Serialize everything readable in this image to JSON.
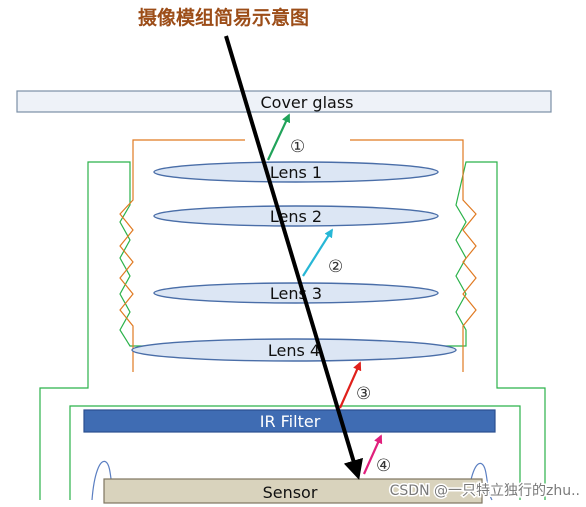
{
  "title": "摄像模组简易示意图",
  "labels": {
    "cover_glass": "Cover glass",
    "lens1": "Lens 1",
    "lens2": "Lens 2",
    "lens3": "Lens 3",
    "lens4": "Lens 4",
    "ir_filter": "IR Filter",
    "sensor": "Sensor"
  },
  "markers": {
    "m1": "①",
    "m2": "②",
    "m3": "③",
    "m4": "④"
  },
  "watermark": "CSDN @一只特立独行的zhu..",
  "colors": {
    "title": "#9c4d18",
    "cover_fill": "#eef2f8",
    "cover_stroke": "#7b8fa6",
    "lens_fill": "#dce6f4",
    "lens_stroke": "#4a6ea8",
    "ir_fill": "#3f6cb3",
    "ir_stroke": "#2b4f8f",
    "sensor_fill": "#d9d3bd",
    "sensor_stroke": "#7e7660",
    "barrel_orange": "#e07a22",
    "holder_green": "#2bb24a",
    "ray": "#000000",
    "arrow1": "#21a35a",
    "arrow2": "#27b7d6",
    "arrow3": "#e0201b",
    "arrow4": "#e01f7c",
    "sensor_curve": "#5b7fc2"
  }
}
